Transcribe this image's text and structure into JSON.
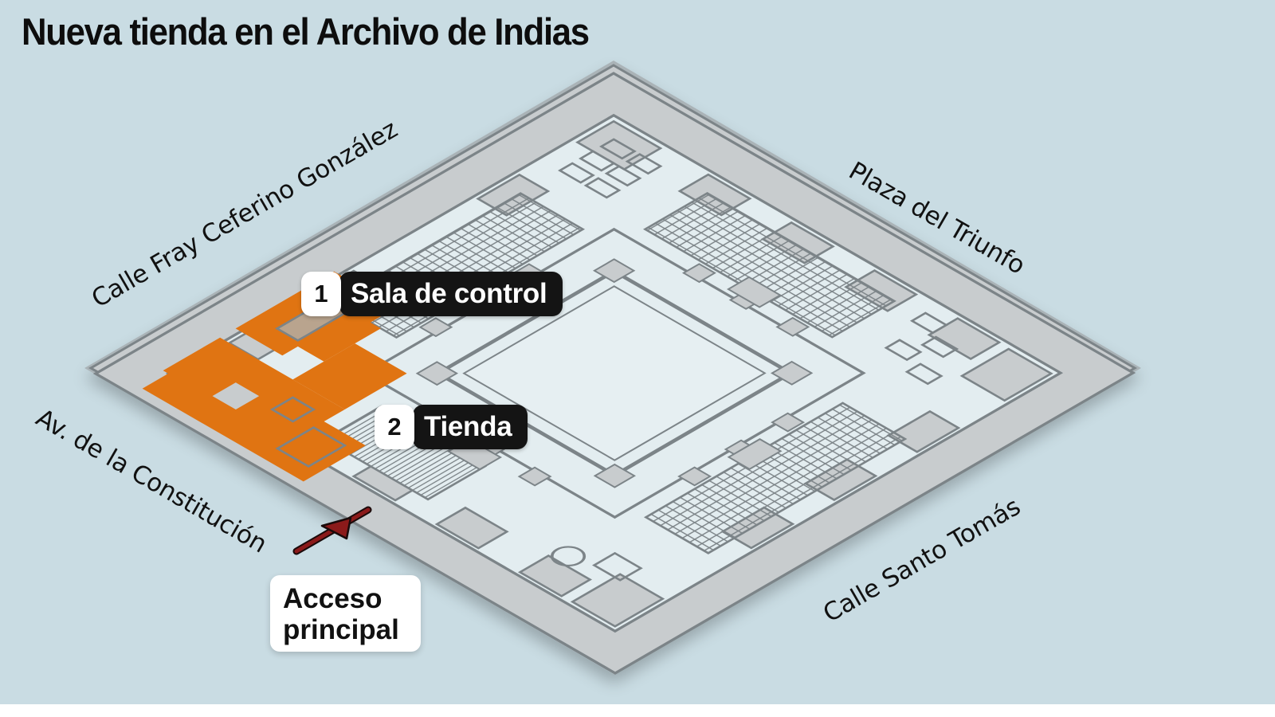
{
  "title": "Nueva tienda en el Archivo de Indias",
  "streets": {
    "northwest": "Calle Fray Ceferino González",
    "northeast": "Plaza del Triunfo",
    "southwest": "Av. de la Constitución",
    "southeast": "Calle Santo Tomás"
  },
  "callouts": [
    {
      "number": "1",
      "label": "Sala de control"
    },
    {
      "number": "2",
      "label": "Tienda"
    }
  ],
  "access": {
    "line1": "Acceso",
    "line2": "principal"
  },
  "colors": {
    "background": "#c9dce3",
    "floor": "#e3edf0",
    "walls": "#7c8488",
    "rooms": "#c8ccce",
    "highlight": "#e07412",
    "arrow": "#8b1a1a",
    "callout_dark": "#141414"
  },
  "icons": {
    "access_arrow": "arrow-icon"
  }
}
